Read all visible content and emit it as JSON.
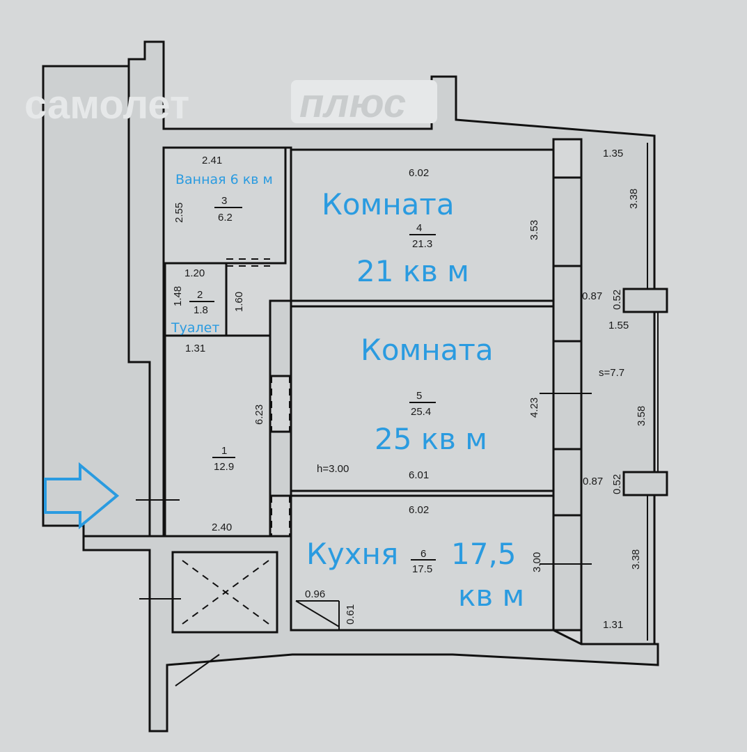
{
  "watermark": {
    "brand_a": "самолет",
    "brand_b": "плюс"
  },
  "rooms": {
    "bath": {
      "number": "3",
      "area": "6.2",
      "width": "2.41",
      "height": "2.55",
      "label": "Ванная 6 кв м"
    },
    "toilet": {
      "number": "2",
      "area": "1.8",
      "width_top": "1.20",
      "width_bottom": "1.31",
      "height_left": "1.48",
      "height_right": "1.60",
      "label": "Туалет"
    },
    "hall": {
      "number": "1",
      "area": "12.9",
      "length": "6.23",
      "width": "2.40"
    },
    "room4": {
      "number": "4",
      "area": "21.3",
      "width": "6.02",
      "depth": "3.53",
      "label": "Комната",
      "label_area": "21 кв м"
    },
    "room5": {
      "number": "5",
      "area": "25.4",
      "width": "6.01",
      "depth": "4.23",
      "ceiling": "h=3.00",
      "label": "Комната",
      "label_area": "25 кв м"
    },
    "kitchen": {
      "number": "6",
      "area": "17.5",
      "width": "6.02",
      "depth": "3.00",
      "label": "Кухня",
      "label_area_a": "17,5",
      "label_area_b": "кв м",
      "niche_w": "0.96",
      "niche_d": "0.61"
    },
    "balcony": {
      "area": "s=7.7",
      "top_w": "1.35",
      "seg1": "3.38",
      "pier1_w": "0.87",
      "pier1_d": "0.52",
      "mid_w": "1.55",
      "seg2": "3.58",
      "pier2_w": "0.87",
      "pier2_d": "0.52",
      "seg3": "3.38",
      "bottom_w": "1.31"
    }
  },
  "colors": {
    "annotation": "#2a9be0",
    "entry_arrow": "#2a9be0"
  }
}
